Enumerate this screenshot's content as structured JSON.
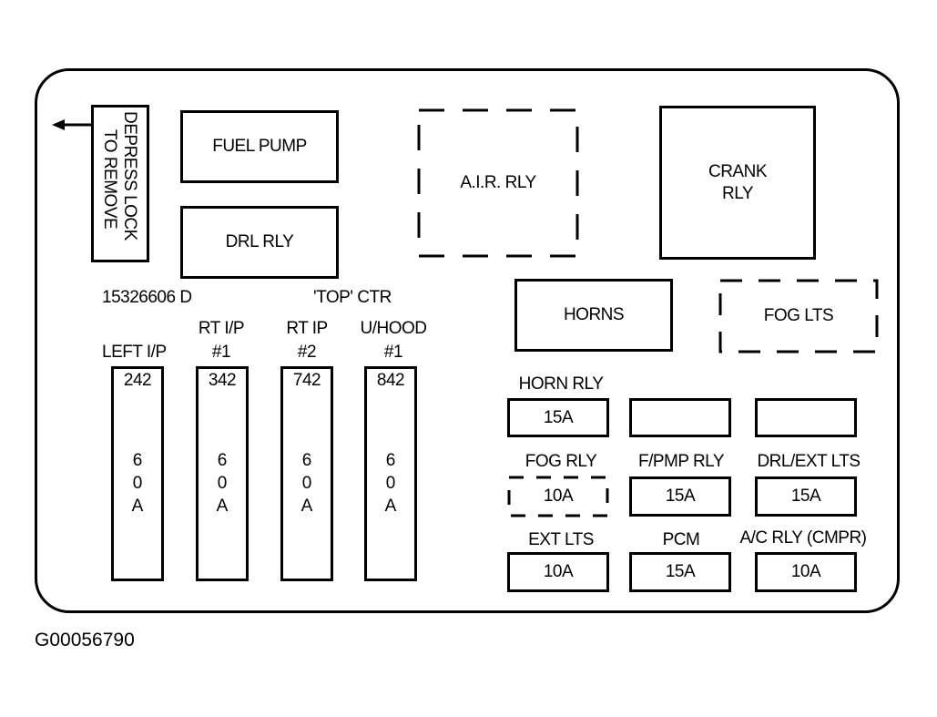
{
  "figure_id": "G00056790",
  "part_number": "15326606 D",
  "orientation_note": "'TOP'  CTR",
  "lock_tab": {
    "line1": "DEPRESS LOCK",
    "line2": "TO REMOVE"
  },
  "relays": {
    "fuel_pump": "FUEL PUMP",
    "drl_rly": "DRL RLY",
    "air_rly": "A.I.R. RLY",
    "crank_rly_line1": "CRANK",
    "crank_rly_line2": "RLY",
    "horns": "HORNS",
    "fog_lts": "FOG LTS"
  },
  "maxi_fuses": [
    {
      "label_line1": "",
      "label_line2": "LEFT I/P",
      "number": "242",
      "amp": [
        "6",
        "0",
        "A"
      ]
    },
    {
      "label_line1": "RT I/P",
      "label_line2": "#1",
      "number": "342",
      "amp": [
        "6",
        "0",
        "A"
      ]
    },
    {
      "label_line1": "RT IP",
      "label_line2": "#2",
      "number": "742",
      "amp": [
        "6",
        "0",
        "A"
      ]
    },
    {
      "label_line1": "U/HOOD",
      "label_line2": "#1",
      "number": "842",
      "amp": [
        "6",
        "0",
        "A"
      ]
    }
  ],
  "mini_fuses": [
    {
      "label": "HORN RLY",
      "rating": "15A",
      "dashed": false
    },
    {
      "label": "",
      "rating": "",
      "dashed": false
    },
    {
      "label": "",
      "rating": "",
      "dashed": false
    },
    {
      "label": "FOG RLY",
      "rating": "10A",
      "dashed": true
    },
    {
      "label": "F/PMP RLY",
      "rating": "15A",
      "dashed": false
    },
    {
      "label": "DRL/EXT LTS",
      "rating": "15A",
      "dashed": false
    },
    {
      "label": "EXT LTS",
      "rating": "10A",
      "dashed": false
    },
    {
      "label": "PCM",
      "rating": "15A",
      "dashed": false
    },
    {
      "label": "A/C RLY (CMPR)",
      "rating": "10A",
      "dashed": false
    }
  ]
}
